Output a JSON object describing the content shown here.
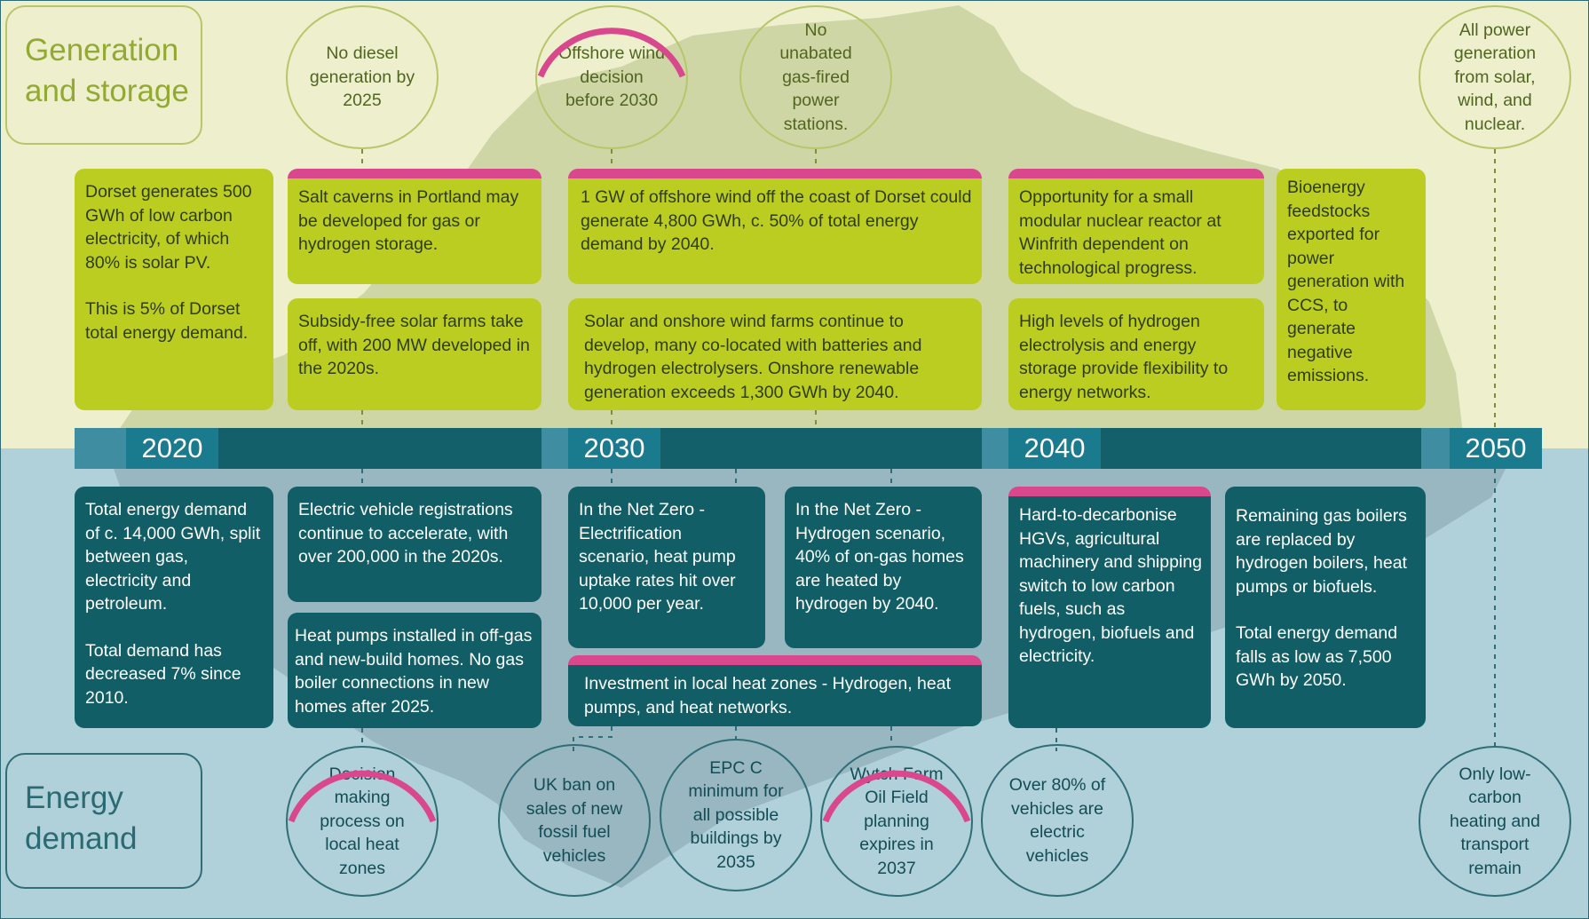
{
  "sections": {
    "generation_title": "Generation and storage",
    "demand_title": "Energy demand"
  },
  "years": [
    "2020",
    "2030",
    "2040",
    "2050"
  ],
  "generation": {
    "circles": {
      "no_diesel": "No diesel generation by 2025",
      "offshore_decision": "Offshore wind decision before 2030",
      "no_unabated_gas": "No unabated gas-fired power stations.",
      "all_power": "All power generation from solar, wind, and nuclear."
    },
    "boxes": {
      "dorset_generates": "Dorset generates 500 GWh of low carbon electricity, of which 80% is solar PV.",
      "dorset_share": "This is 5% of Dorset total energy demand.",
      "salt_caverns": "Salt caverns in Portland may be developed for gas or hydrogen storage.",
      "solar_farms": "Subsidy-free solar farms take off, with 200 MW developed in the 2020s.",
      "offshore_gw": "1 GW of offshore wind off the coast of Dorset could generate 4,800 GWh, c. 50% of total energy demand by 2040.",
      "solar_onshore": "Solar and onshore wind farms continue to develop, many co-located with batteries and hydrogen electrolysers. Onshore renewable generation exceeds 1,300 GWh by 2040.",
      "nuclear": "Opportunity for a small modular nuclear reactor at Winfrith dependent on technological progress.",
      "hydrogen_levels": "High levels of hydrogen electrolysis and energy storage provide flexibility to energy networks.",
      "bioenergy": "Bioenergy feedstocks exported for power generation with CCS, to generate negative emissions."
    }
  },
  "demand": {
    "boxes": {
      "total_demand": "Total energy demand of c. 14,000 GWh, split between gas, electricity and petroleum.",
      "decreased": "Total demand has decreased 7% since 2010.",
      "ev_registrations": "Electric vehicle registrations continue to accelerate, with over 200,000 in the 2020s.",
      "heat_pumps": "Heat pumps installed in off-gas and new-build homes. No gas boiler connections in new homes after 2025.",
      "electrification": "In the Net Zero - Electrification scenario, heat pump uptake rates hit over 10,000 per year.",
      "hydrogen_scenario": "In the Net Zero - Hydrogen scenario, 40% of on-gas homes are heated by hydrogen by 2040.",
      "heat_zones": "Investment in local heat zones - Hydrogen, heat pumps, and heat networks.",
      "hgv": "Hard-to-decarbonise HGVs, agricultural machinery and shipping switch to low carbon fuels, such as hydrogen, biofuels and electricity.",
      "gas_boilers": "Remaining gas boilers are replaced by hydrogen boilers, heat pumps or biofuels.",
      "falls_low": "Total energy demand falls as low as 7,500 GWh by 2050."
    },
    "circles": {
      "decision_heat": "Decision making process on local heat zones",
      "uk_ban": "UK ban on sales of new fossil fuel vehicles",
      "epc": "EPC C minimum for all possible buildings by 2035",
      "wytch_farm": "Wytch Farm Oil Field planning expires in 2037",
      "vehicles_80": "Over 80% of vehicles are electric vehicles",
      "low_carbon": "Only low-carbon heating and transport remain"
    }
  },
  "colors": {
    "accent_pink": "#d9488d",
    "generation_green": "#bccd22",
    "demand_teal": "#115e67",
    "timeline_teal": "#1b7b8e"
  }
}
